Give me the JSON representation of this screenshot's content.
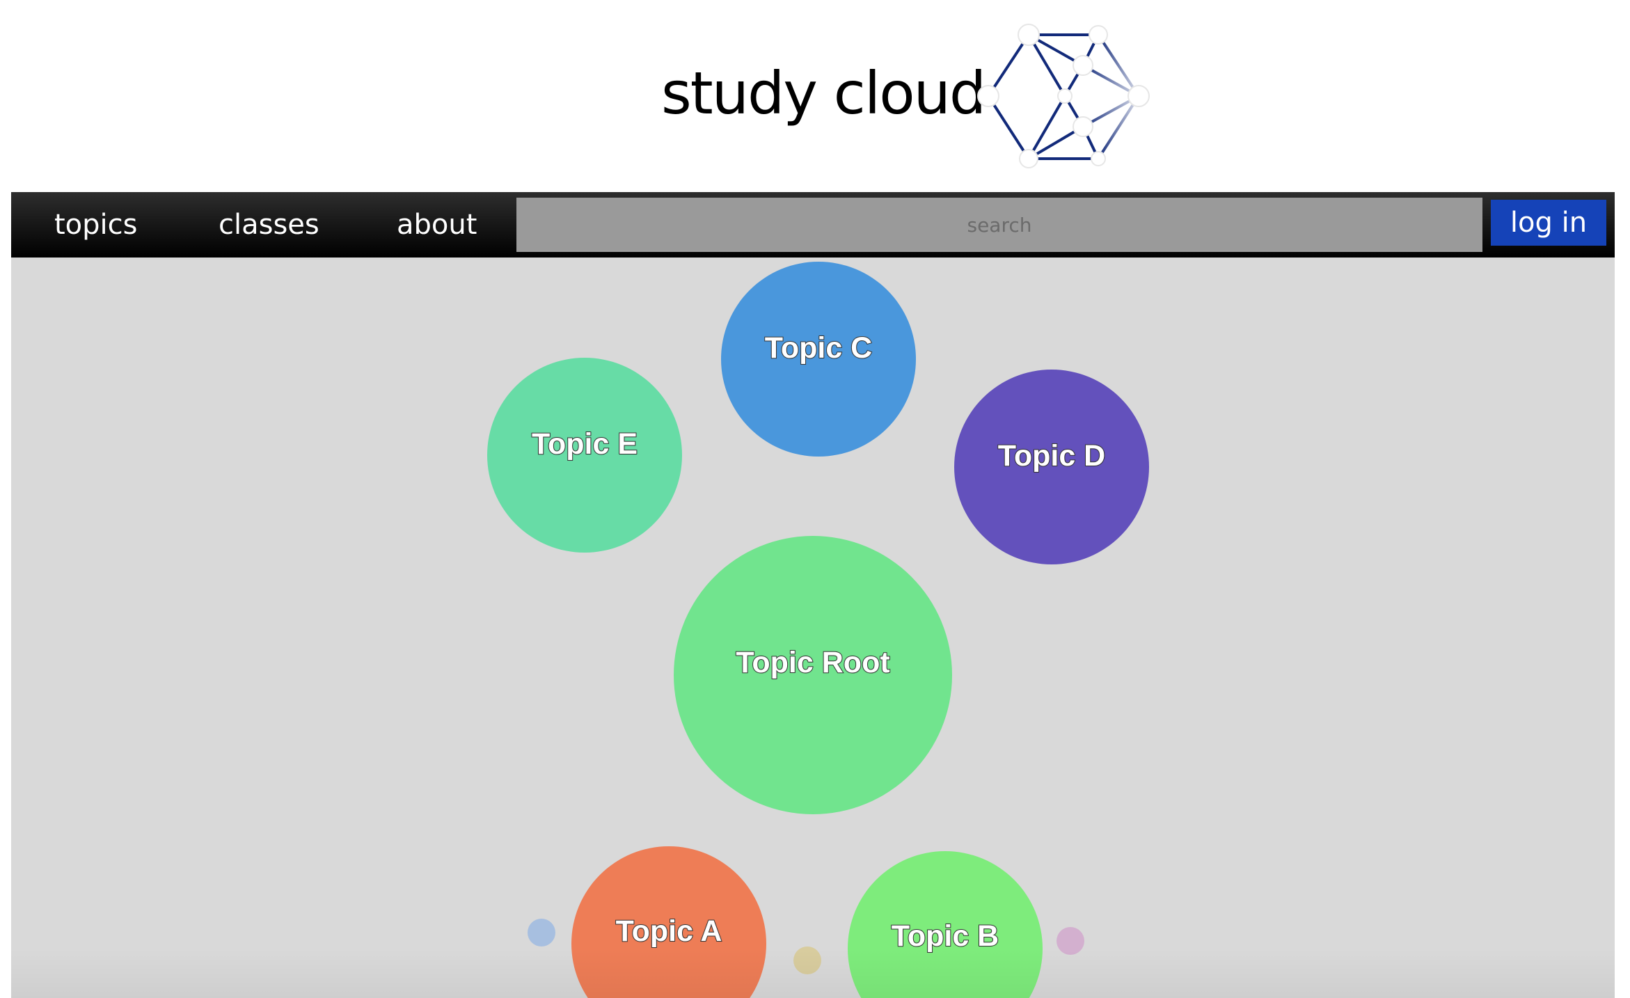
{
  "header": {
    "title": "study cloud"
  },
  "nav": {
    "items": [
      {
        "label": "topics"
      },
      {
        "label": "classes"
      },
      {
        "label": "about"
      }
    ],
    "search_placeholder": "search",
    "login_label": "log in"
  },
  "topics": {
    "c": {
      "label": "Topic C",
      "color": "#4a97dc"
    },
    "e": {
      "label": "Topic E",
      "color": "#67dca6"
    },
    "d": {
      "label": "Topic D",
      "color": "#6351bc"
    },
    "root": {
      "label": "Topic Root",
      "color": "#71e48e"
    },
    "a": {
      "label": "Topic A",
      "color": "#ee7d56"
    },
    "b": {
      "label": "Topic B",
      "color": "#7eec7c"
    }
  },
  "colors": {
    "navbar": "#000000",
    "canvas": "#d9d9d9",
    "login_button": "#1543b8",
    "logo_stroke": "#122a7a",
    "small_dot_blue": "#a7bfe0",
    "small_dot_yellow": "#d8cc9e",
    "small_dot_pink": "#d3b0cf"
  },
  "icons": {
    "logo": "network-graph-icon"
  }
}
